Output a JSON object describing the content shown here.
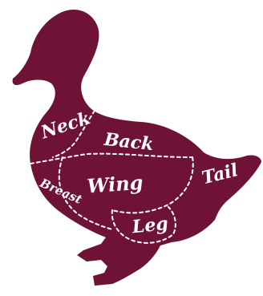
{
  "diagram": {
    "colors": {
      "body": "#6e1236",
      "label": "#ffffff",
      "background": "#ffffff"
    },
    "cuts": {
      "neck": "Neck",
      "back": "Back",
      "tail": "Tail",
      "breast": "Breast",
      "wing": "Wing",
      "leg": "Leg"
    }
  }
}
